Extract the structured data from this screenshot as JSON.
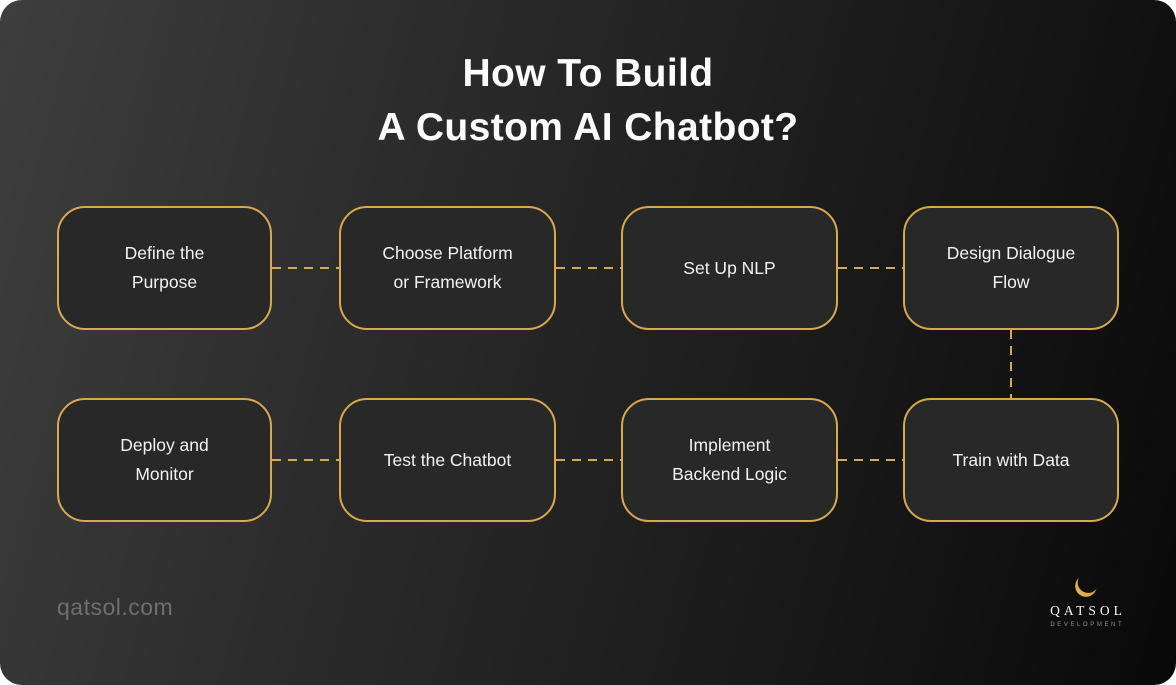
{
  "title": {
    "line1": "How To Build",
    "line2": "A Custom AI Chatbot?"
  },
  "flow": {
    "rows": [
      {
        "boxes": [
          "Define the\nPurpose",
          "Choose Platform\nor Framework",
          "Set Up NLP",
          "Design Dialogue\nFlow"
        ]
      },
      {
        "boxes": [
          "Deploy and\nMonitor",
          "Test the Chatbot",
          "Implement\nBackend Logic",
          "Train with Data"
        ]
      }
    ]
  },
  "footer": {
    "website": "qatsol.com",
    "logo": {
      "icon": "crescent-moon-icon",
      "brand": "QATSOL",
      "tagline": "DEVELOPMENT"
    }
  },
  "colors": {
    "accent_gold": "#D9A84E",
    "card_bg_light": "#3E3E3E",
    "card_bg_dark": "#090909",
    "box_fill": "#282828",
    "text_white": "#F2F2F2",
    "muted_gray": "#6F6F6F"
  }
}
